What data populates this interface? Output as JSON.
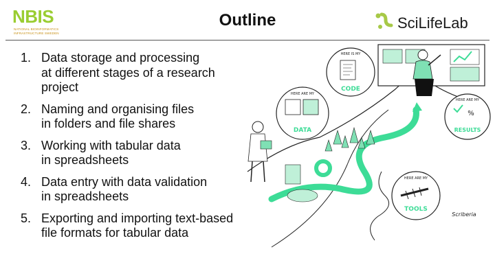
{
  "header": {
    "logo_left": {
      "word": "NBIS",
      "subtitle": "NATIONAL BIOINFORMATICS INFRASTRUCTURE SWEDEN"
    },
    "title": "Outline",
    "logo_right": {
      "word": "SciLifeLab"
    }
  },
  "outline": [
    {
      "num": "1.",
      "line1": "Data storage and processing",
      "line2": "at different stages of a research",
      "line3": "project"
    },
    {
      "num": "2.",
      "line1": "Naming and organising files",
      "line2": "in folders and file shares"
    },
    {
      "num": "3.",
      "line1": "Working with tabular data",
      "line2": "in spreadsheets"
    },
    {
      "num": "4.",
      "line1": "Data entry with data validation",
      "line2": "in spreadsheets"
    },
    {
      "num": "5.",
      "line1": "Exporting and importing text-based",
      "line2": "file formats for tabular data"
    }
  ],
  "illustration": {
    "labels": {
      "code": "CODE",
      "code_bubble": "HERE IS MY",
      "data": "DATA",
      "data_bubble": "HERE ARE MY",
      "results": "RESULTS",
      "results_bubble": "HERE ARE MY",
      "tools": "TOOLS",
      "tools_bubble": "HERE ARE MY",
      "signature": "Scriberia"
    }
  },
  "colors": {
    "accent_green": "#3ddc97",
    "nbis_green": "#9acd32",
    "scilife_green": "#a7c947"
  }
}
